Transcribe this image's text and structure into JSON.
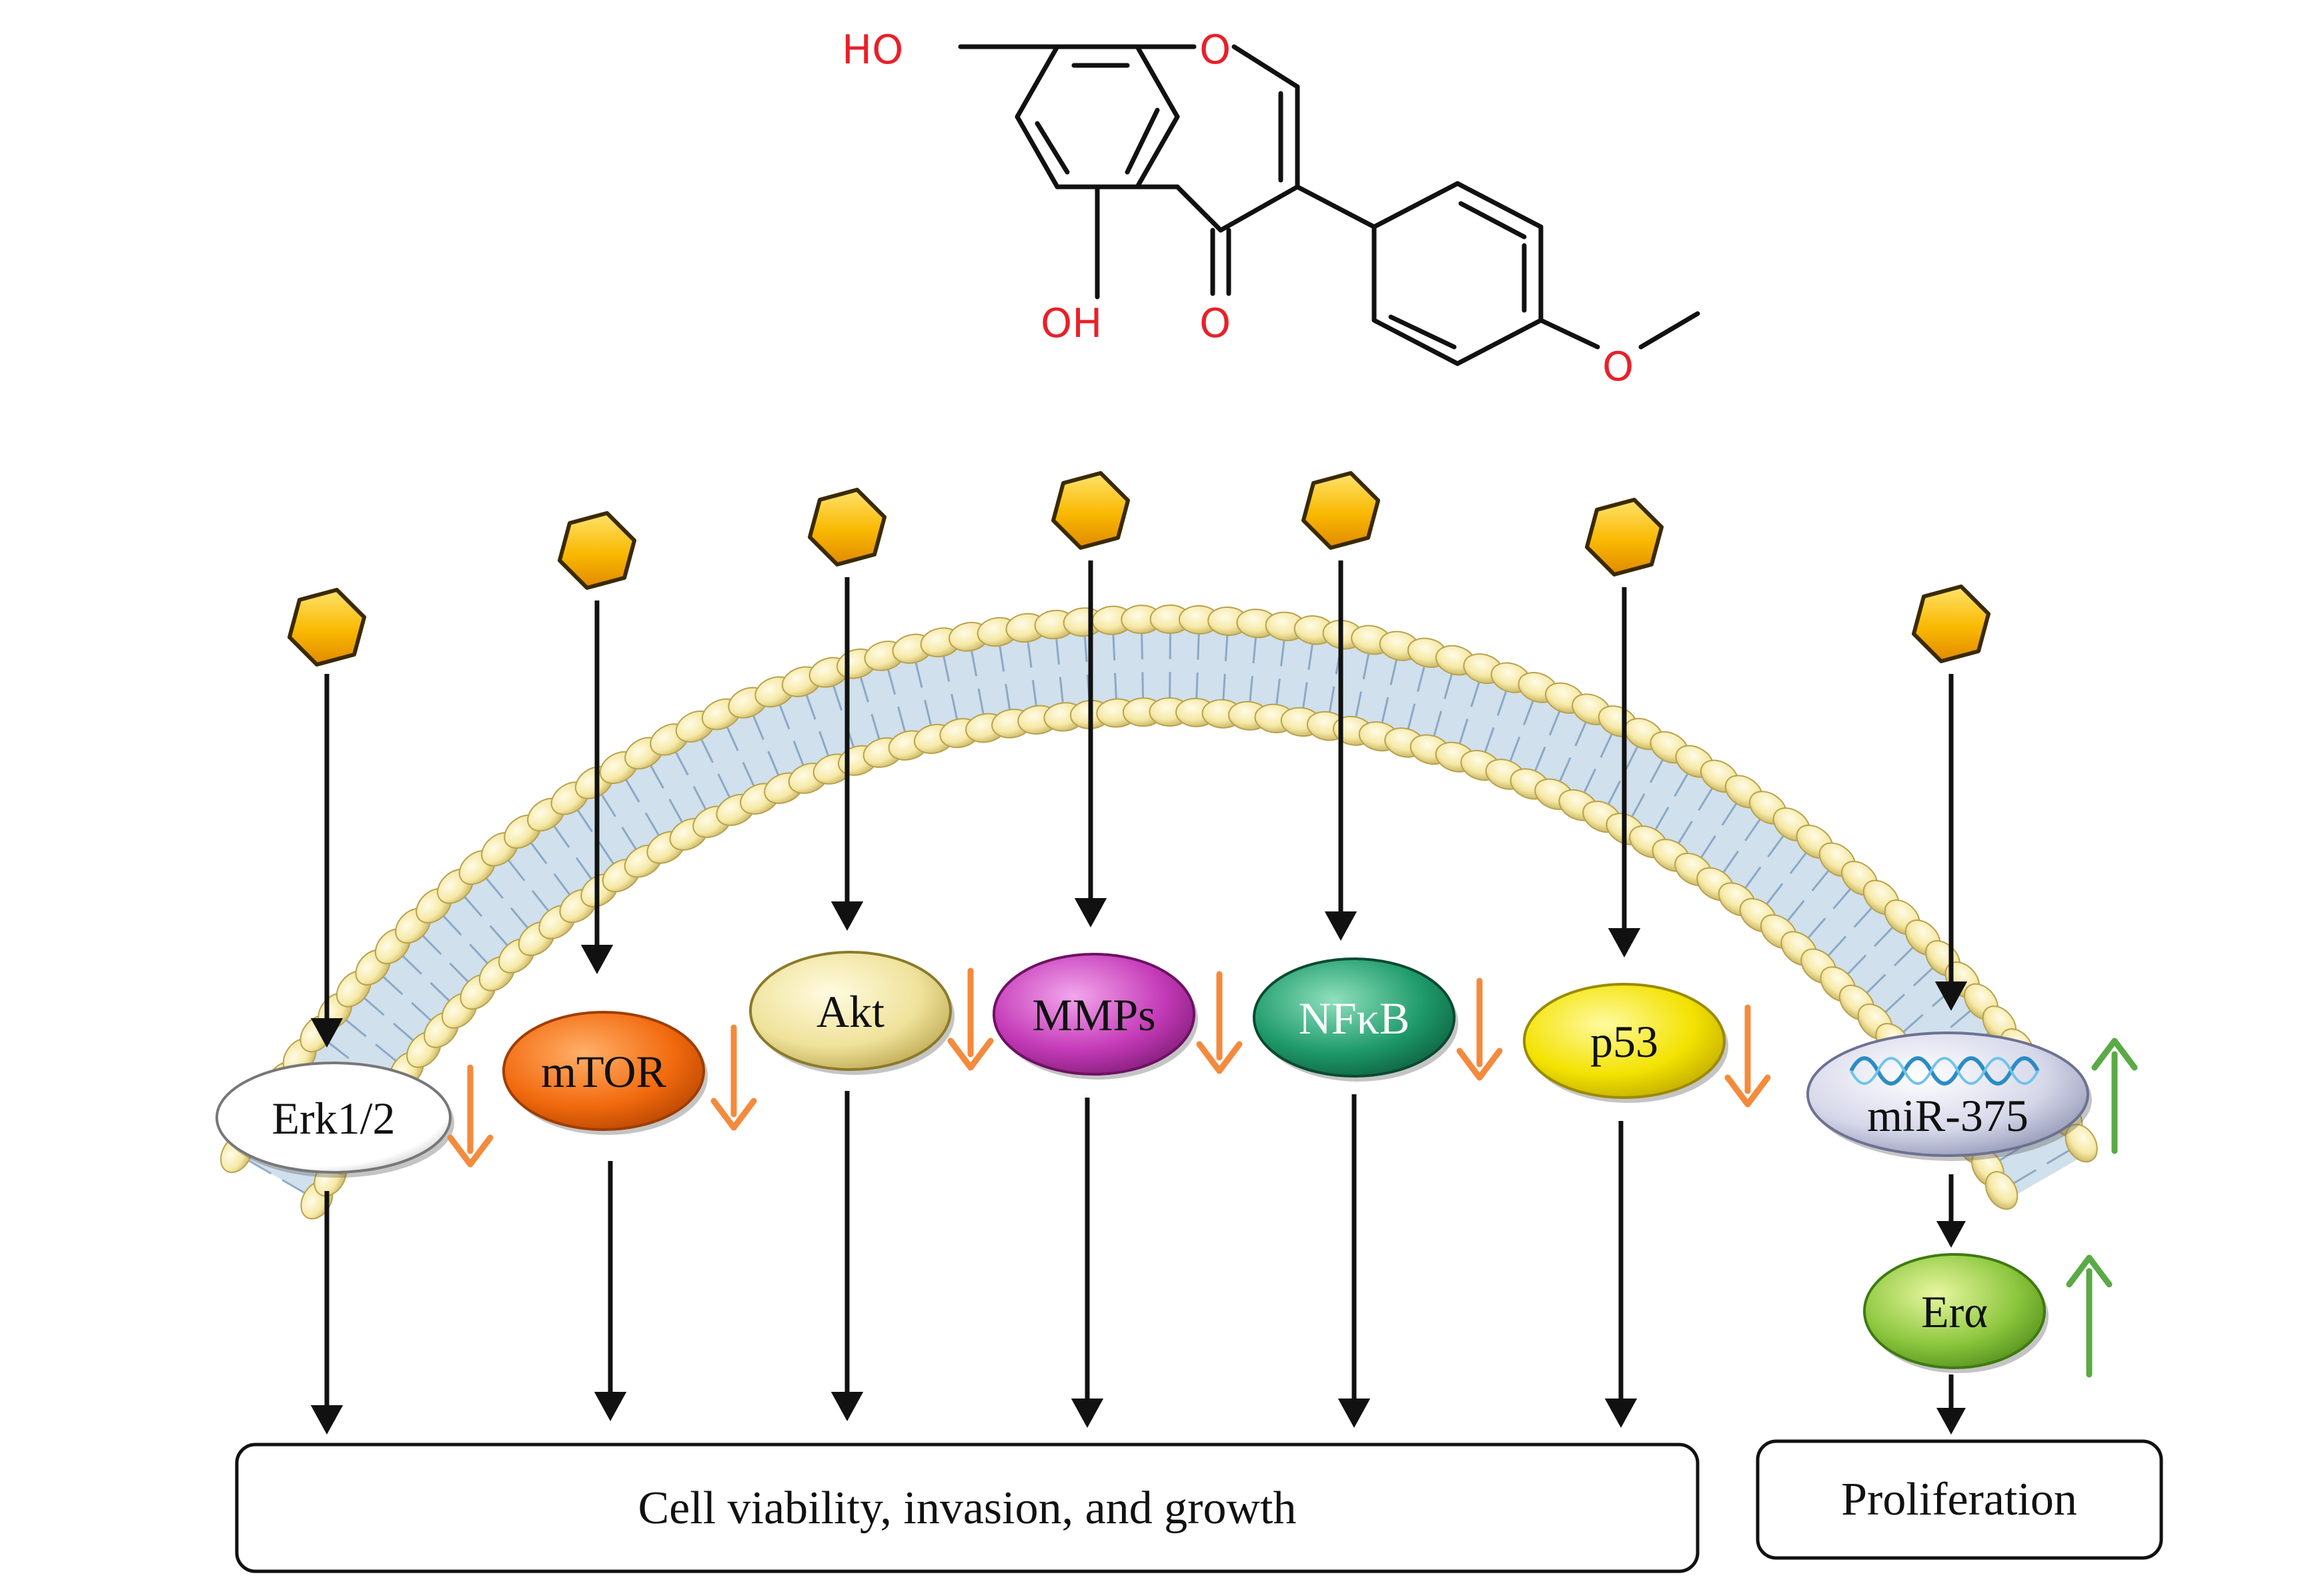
{
  "molecule": {
    "atoms": [
      "HO",
      "O",
      "OH",
      "O",
      "O"
    ]
  },
  "nodes": [
    {
      "id": "erk",
      "label": "Erk1/2",
      "change": "down"
    },
    {
      "id": "mtor",
      "label": "mTOR",
      "change": "down"
    },
    {
      "id": "akt",
      "label": "Akt",
      "change": "down"
    },
    {
      "id": "mmps",
      "label": "MMPs",
      "change": "down"
    },
    {
      "id": "nfkb",
      "label": "NFκB",
      "change": "down"
    },
    {
      "id": "p53",
      "label": "p53",
      "change": "down"
    },
    {
      "id": "mir",
      "label": "miR-375",
      "change": "up"
    },
    {
      "id": "era",
      "label": "Erα",
      "change": "up"
    }
  ],
  "outcomes": {
    "main": "Cell viability, invasion, and growth",
    "side": "Proliferation"
  },
  "colors": {
    "down_arrow": "#f58a3c",
    "up_arrow": "#5aaa46",
    "membrane_head": "#f5e7a0",
    "membrane_tail": "#a9c7dc",
    "hexagon": "#f7b500",
    "molecule_atom": "#e8202a"
  }
}
